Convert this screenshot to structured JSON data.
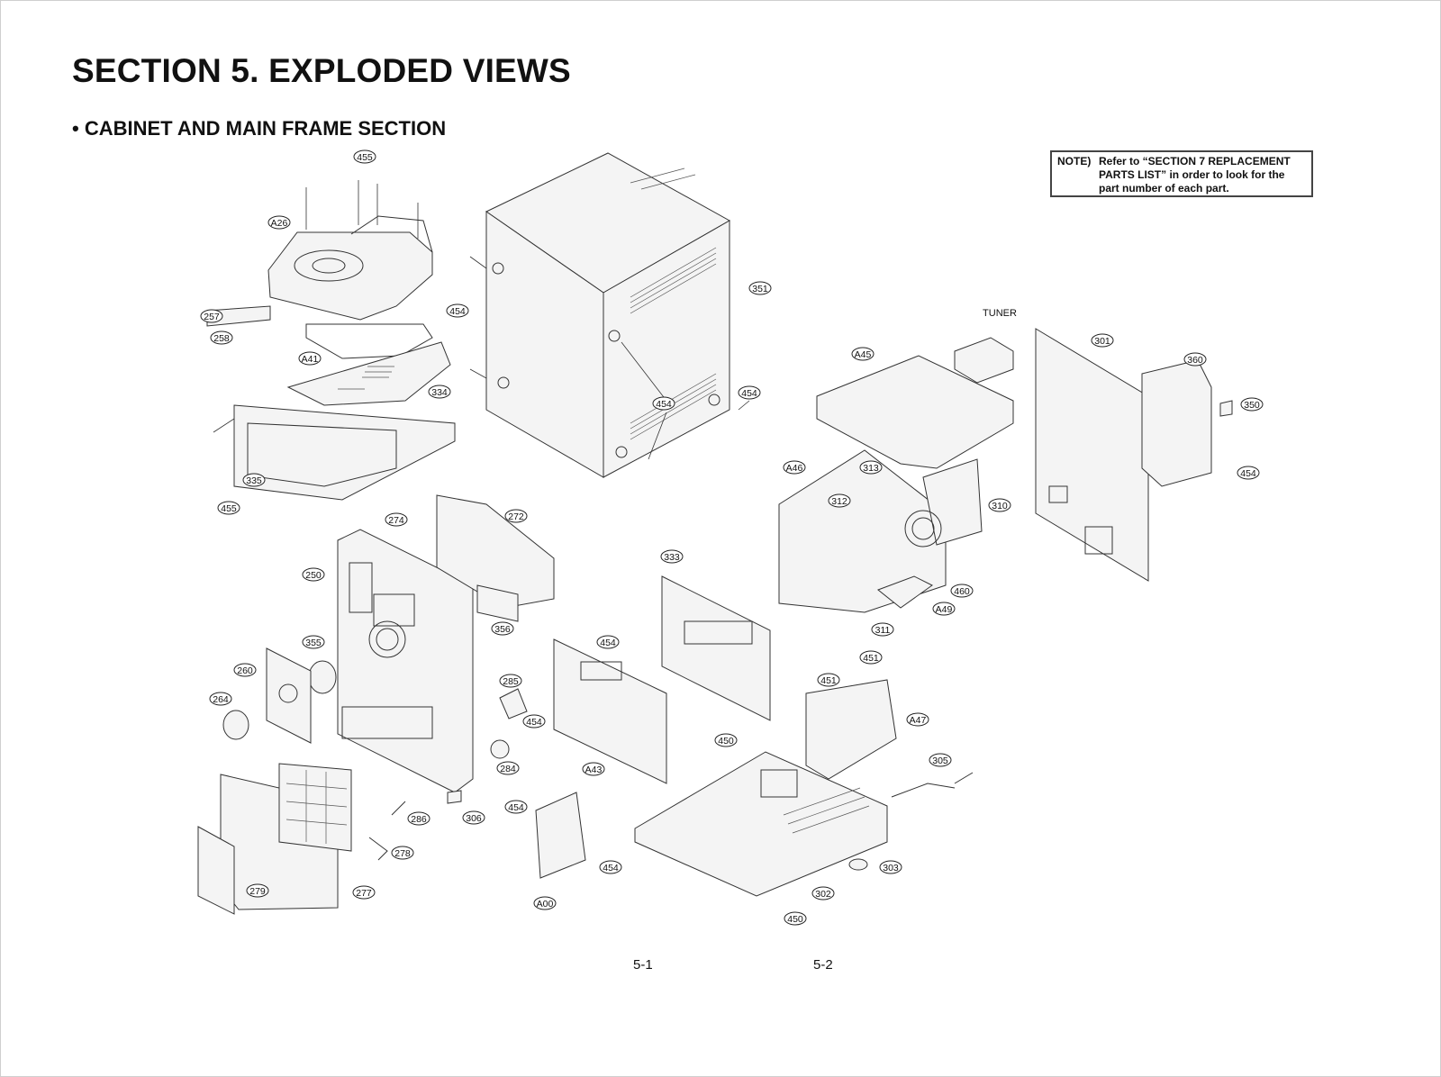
{
  "header": {
    "title": "SECTION 5. EXPLODED VIEWS",
    "subtitle": "• CABINET AND MAIN FRAME SECTION"
  },
  "note": {
    "lead": "NOTE)",
    "text": "Refer to “SECTION 7 REPLACEMENT PARTS LIST” in order to look for the part number of each part."
  },
  "labels": {
    "tuner": "TUNER"
  },
  "callouts": [
    "455",
    "A26",
    "257",
    "258",
    "A41",
    "334",
    "335",
    "455",
    "454",
    "351",
    "454",
    "454",
    "A45",
    "TUNER",
    "301",
    "360",
    "350",
    "454",
    "A46",
    "313",
    "312",
    "310",
    "460",
    "A49",
    "311",
    "274",
    "272",
    "250",
    "356",
    "333",
    "355",
    "260",
    "264",
    "454",
    "285",
    "454",
    "284",
    "A43",
    "451",
    "451",
    "A47",
    "450",
    "305",
    "306",
    "286",
    "278",
    "279",
    "277",
    "454",
    "454",
    "A00",
    "303",
    "302",
    "450"
  ],
  "footer": {
    "page_left": "5-1",
    "page_right": "5-2"
  }
}
